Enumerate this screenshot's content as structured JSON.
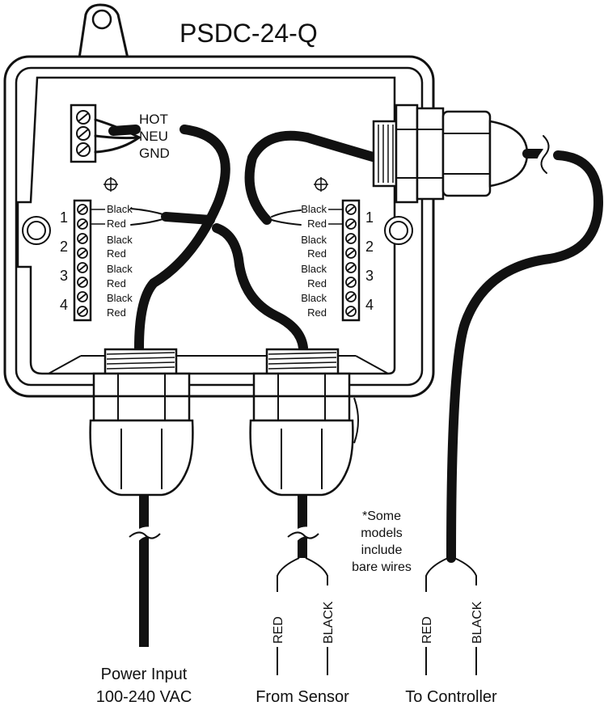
{
  "title": "PSDC-24-Q",
  "power_terminal": {
    "labels": [
      "HOT",
      "NEU",
      "GND"
    ]
  },
  "left_terminal": {
    "channels": [
      "1",
      "2",
      "3",
      "4"
    ],
    "wires": [
      "Black",
      "Red",
      "Black",
      "Red",
      "Black",
      "Red",
      "Black",
      "Red"
    ]
  },
  "right_terminal": {
    "channels": [
      "1",
      "2",
      "3",
      "4"
    ],
    "wires": [
      "Black",
      "Red",
      "Black",
      "Red",
      "Black",
      "Red",
      "Black",
      "Red"
    ]
  },
  "sensor_leads": [
    "RED",
    "BLACK"
  ],
  "controller_leads": [
    "RED",
    "BLACK"
  ],
  "note": [
    "*Some",
    "models",
    "include",
    "bare wires"
  ],
  "captions": {
    "power": [
      "Power Input",
      "100-240 VAC"
    ],
    "sensor": "From Sensor",
    "controller": "To Controller"
  },
  "colors": {
    "ink": "#111111",
    "background": "#ffffff"
  }
}
